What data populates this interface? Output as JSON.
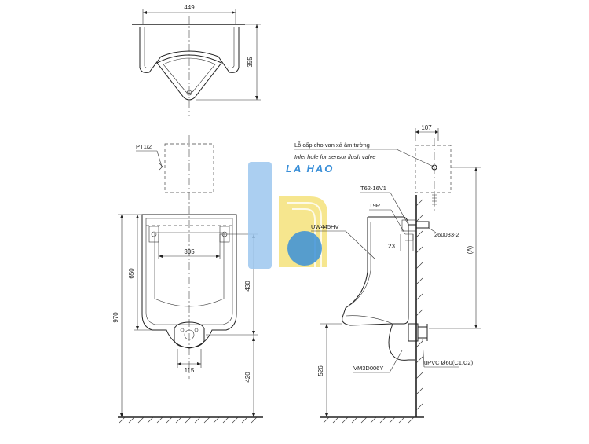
{
  "dimensions": {
    "top_width": "449",
    "top_depth": "355",
    "front_width_inner": "305",
    "front_height_total": "970",
    "front_height_650": "650",
    "front_height_430": "430",
    "front_height_420": "420",
    "outlet_width": "115",
    "side_107": "107",
    "side_23": "23",
    "side_526": "526",
    "side_A": "(A)"
  },
  "labels": {
    "pt12": "PT1/2",
    "inlet_vi": "Lỗ cấp cho van xả âm tường",
    "inlet_en": "Inlet hole for sensor flush valve",
    "t62": "T62-16V1",
    "t9r": "T9R",
    "uw445": "UW445HV",
    "part_260033": "260033-2",
    "vm3d": "VM3D006Y",
    "upvc": "uPVC Ø60(C1,C2)"
  },
  "watermark": {
    "text": "LA HAO",
    "color_blue": "#3a8fd8",
    "color_yellow": "#f4e27a"
  }
}
